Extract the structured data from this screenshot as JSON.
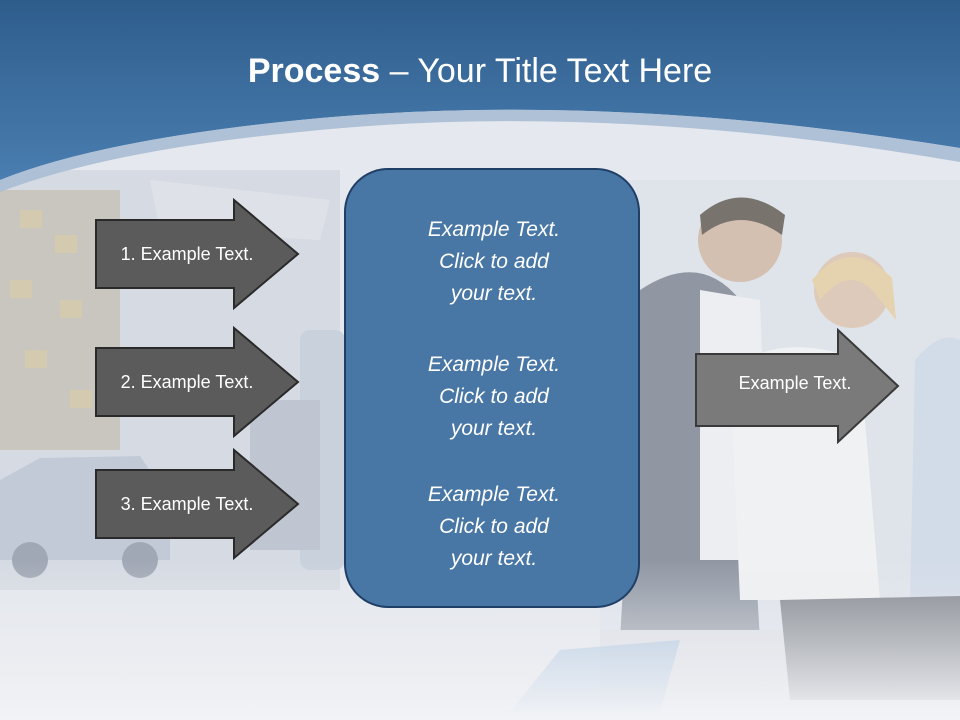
{
  "title": {
    "bold": "Process",
    "rest": " – Your Title Text Here"
  },
  "left_arrows": [
    {
      "label": "1. Example Text."
    },
    {
      "label": "2. Example Text."
    },
    {
      "label": "3. Example Text."
    }
  ],
  "center_blocks": [
    {
      "line1": "Example Text.",
      "line2": "Click  to add",
      "line3": "your text."
    },
    {
      "line1": "Example Text.",
      "line2": "Click  to add",
      "line3": "your text."
    },
    {
      "line1": "Example Text.",
      "line2": "Click  to add",
      "line3": "your text."
    }
  ],
  "right_arrow": {
    "label": "Example Text."
  },
  "colors": {
    "header_blue": "#3d6e9f",
    "box_blue": "#4876a5",
    "arrow_dark": "#5b5b5b",
    "arrow_light": "#7a7a7a"
  }
}
